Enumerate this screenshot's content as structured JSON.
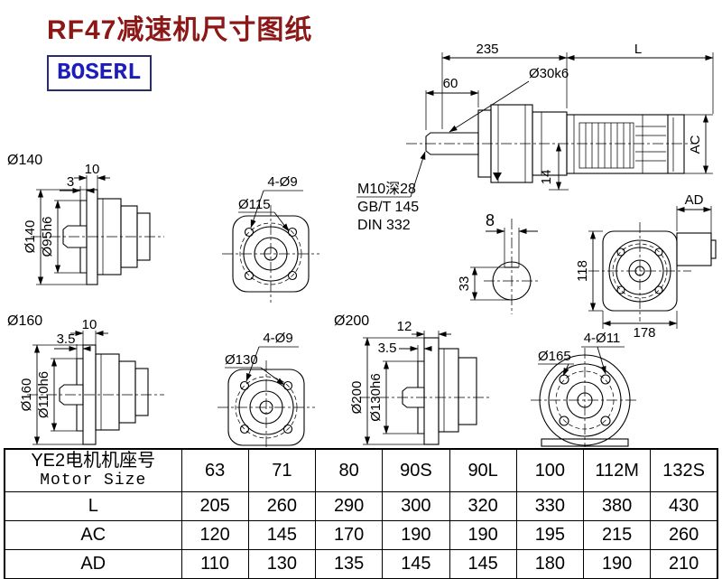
{
  "title": "RF47减速机尺寸图纸",
  "logo": "BOSERL",
  "views": {
    "side": {
      "dim_235": "235",
      "dim_L": "L",
      "dim_60": "60",
      "shaft_dia": "Ø30k6",
      "dim_AC": "AC",
      "dim_14": "14",
      "notes": {
        "line1": "M10深28",
        "line2": "GB/T 145",
        "line3": "DIN 332"
      }
    },
    "shaft_section": {
      "key_width": "8",
      "key_height": "33"
    },
    "front": {
      "dim_AD": "AD",
      "dim_118": "118",
      "dim_178": "178"
    },
    "flange140": {
      "title": "Ø140",
      "thickness": "10",
      "spigot": "3",
      "od": "Ø140",
      "spigot_dia": "Ø95h6"
    },
    "face115": {
      "holes": "4-Ø9",
      "bolt_circle": "Ø115"
    },
    "flange160": {
      "title": "Ø160",
      "thickness": "10",
      "spigot": "3.5",
      "od": "Ø160",
      "spigot_dia": "Ø110h6"
    },
    "face130": {
      "holes": "4-Ø9",
      "bolt_circle": "Ø130"
    },
    "flange200": {
      "title": "Ø200",
      "thickness": "12",
      "spigot": "3.5",
      "od": "Ø200",
      "spigot_dia": "Ø130h6"
    },
    "face165": {
      "holes": "4-Ø11",
      "bolt_circle": "Ø165"
    }
  },
  "table": {
    "header": {
      "line1": "YE2电机机座号",
      "line2": "Motor Size"
    },
    "frame_sizes": [
      "63",
      "71",
      "80",
      "90S",
      "90L",
      "100",
      "112M",
      "132S"
    ],
    "rows": [
      {
        "label": "L",
        "values": [
          "205",
          "260",
          "290",
          "300",
          "320",
          "330",
          "380",
          "430"
        ]
      },
      {
        "label": "AC",
        "values": [
          "120",
          "145",
          "170",
          "190",
          "190",
          "195",
          "215",
          "260"
        ]
      },
      {
        "label": "AD",
        "values": [
          "110",
          "130",
          "135",
          "145",
          "145",
          "180",
          "190",
          "210"
        ]
      }
    ]
  }
}
